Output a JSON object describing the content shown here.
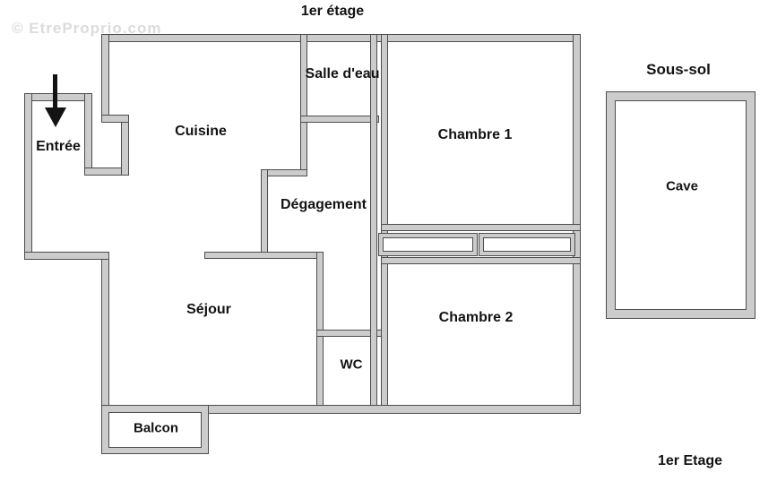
{
  "watermark": "© EtreProprio.com",
  "titles": {
    "top": "1er étage",
    "basement": "Sous-sol",
    "bottom": "1er Etage"
  },
  "rooms": {
    "entree": "Entrée",
    "cuisine": "Cuisine",
    "salle_deau": "Salle d'eau",
    "chambre1": "Chambre 1",
    "degagement": "Dégagement",
    "sejour": "Séjour",
    "wc": "WC",
    "chambre2": "Chambre 2",
    "balcon": "Balcon",
    "cave": "Cave"
  },
  "icons": {
    "entrance_arrow": "down-arrow"
  },
  "colors": {
    "wall_fill": "#cccccc",
    "wall_edge": "#4d4d4d",
    "text": "#131313",
    "watermark": "#dcdcdc",
    "background": "#ffffff"
  }
}
